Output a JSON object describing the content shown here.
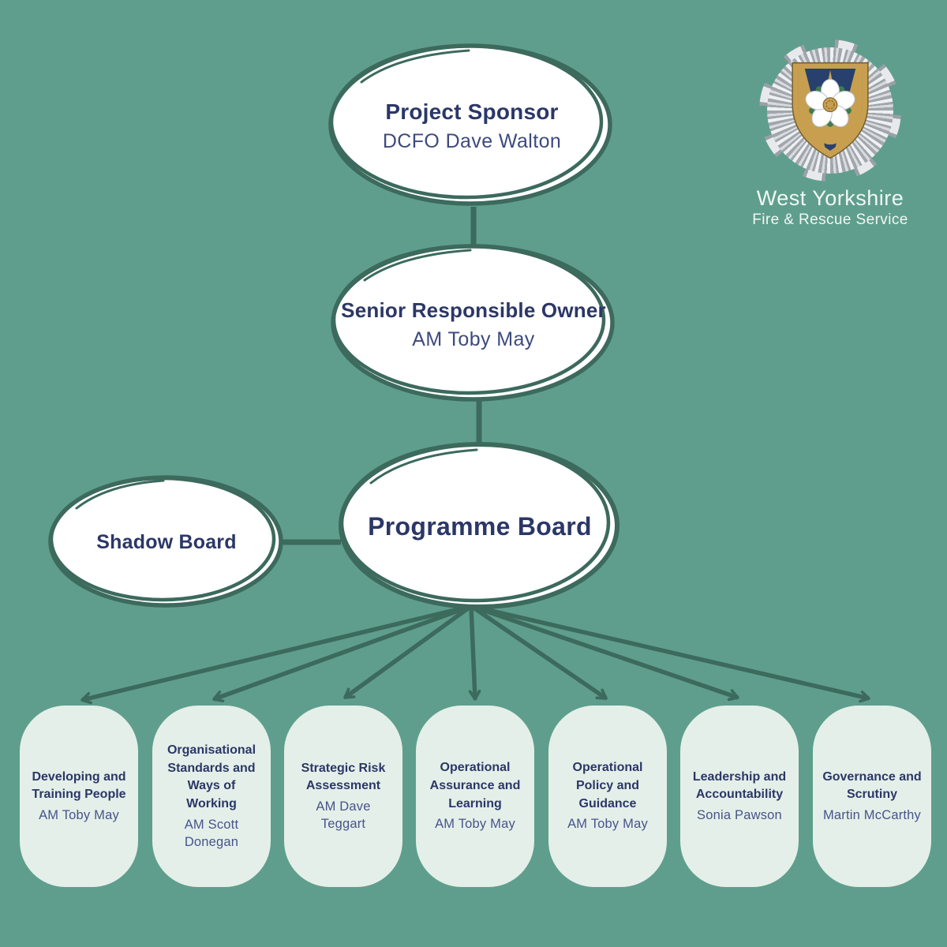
{
  "title": "Programme governance organogram",
  "organisation": {
    "name_line1": "West Yorkshire",
    "name_line2": "Fire & Rescue Service",
    "crest_icon": "fire-service-star-crest-with-yorkshire-rose"
  },
  "colors": {
    "background": "#5F9E8D",
    "node_outline_green": "#3C6A5D",
    "node_fill_white": "#FFFFFF",
    "title_navy": "#2B3767",
    "name_navy": "#47548A",
    "pill_fill_mint": "#E4EFE9",
    "connector_green": "#3C6A5D",
    "crest_silver": "#D9DCDF",
    "crest_navy": "#27406E",
    "crest_gold": "#C79F4F",
    "logo_text_white": "#F2F7F5"
  },
  "nodes": {
    "sponsor": {
      "title": "Project Sponsor",
      "name": "DCFO Dave Walton"
    },
    "sro": {
      "title": "Senior Responsible Owner",
      "name": "AM Toby May"
    },
    "programme_board": {
      "title": "Programme Board"
    },
    "shadow_board": {
      "title": "Shadow Board"
    }
  },
  "boards": [
    {
      "title": "Developing and Training People",
      "name": "AM Toby May"
    },
    {
      "title": "Organisational Standards and Ways of Working",
      "name": "AM Scott Donegan"
    },
    {
      "title": "Strategic Risk Assessment",
      "name": "AM Dave Teggart"
    },
    {
      "title": "Operational Assurance and Learning",
      "name": "AM Toby May"
    },
    {
      "title": "Operational Policy and Guidance",
      "name": "AM Toby May"
    },
    {
      "title": "Leadership and Accountability",
      "name": "Sonia Pawson"
    },
    {
      "title": "Governance and Scrutiny",
      "name": "Martin McCarthy"
    }
  ],
  "connections": {
    "sponsor_to_sro": "vertical line",
    "sro_to_programme_board": "vertical line",
    "shadow_board_to_programme_board": "horizontal line",
    "programme_board_to_boards": "seven arrows fanning out"
  }
}
